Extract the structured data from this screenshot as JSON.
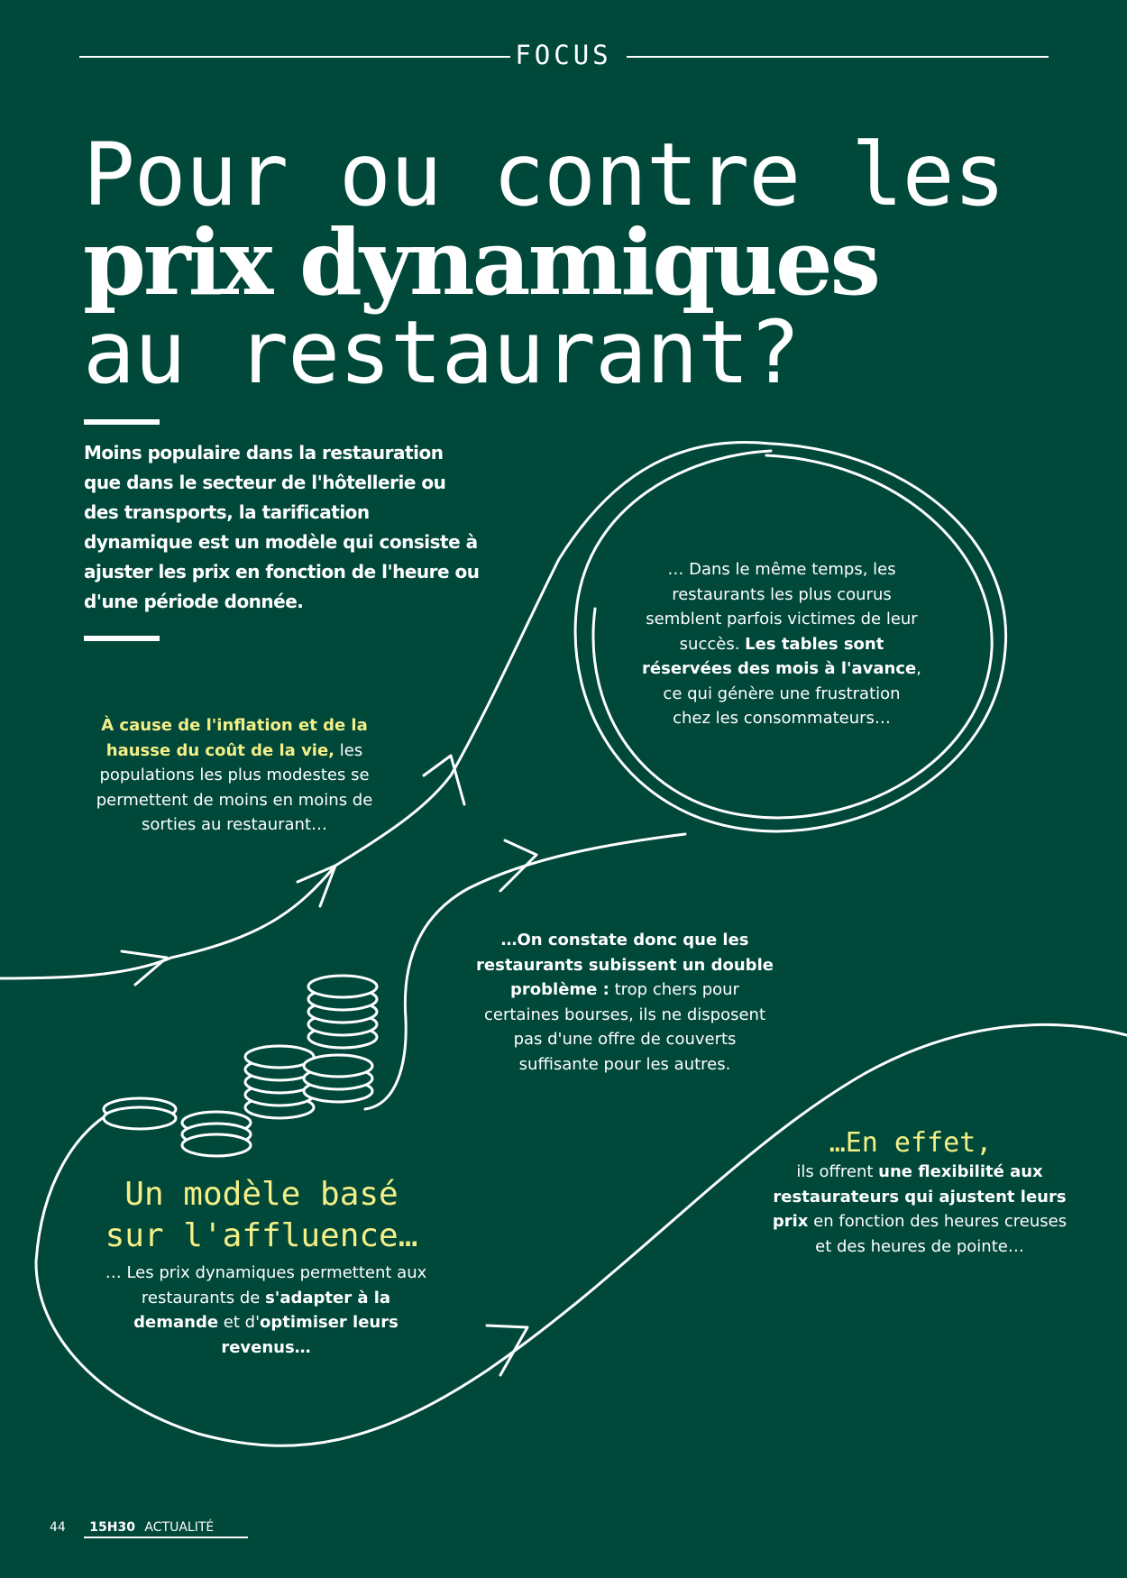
{
  "section_label": "FOCUS",
  "title": {
    "line1": "Pour ou contre les",
    "line2": "prix dynamiques",
    "line3": "au restaurant?"
  },
  "intro": "Moins populaire dans la restauration que dans le secteur de l'hôtellerie ou des transports, la tarification dynamique est un modèle qui consiste à ajuster les prix en fonction de l'heure ou d'une période donnée.",
  "inflation": {
    "highlight": "À cause de l'inflation et de la hausse du coût de la vie,",
    "rest": "les populations les plus modestes se permettent de moins en moins de sorties au restaurant…"
  },
  "bubble": {
    "pre": "… Dans le même temps, les restaurants les plus courus semblent parfois victimes de leur succès.",
    "bold": "Les tables sont réservées des mois à l'avance",
    "post": ", ce qui génère une frustration chez les consommateurs…"
  },
  "problem": {
    "bold": "…On constate donc que les restaurants subissent un double problème :",
    "rest": "trop chers pour certaines bourses, ils ne disposent pas d'une offre de couverts suffisante pour les autres."
  },
  "model": {
    "heading_line1": "Un modèle basé",
    "heading_line2": "sur l'affluence…",
    "pre": "… Les prix dynamiques permettent aux restaurants de",
    "bold1": "s'adapter à la demande",
    "mid": "et d'",
    "bold2": "optimiser leurs revenus…"
  },
  "effect": {
    "heading": "…En effet,",
    "pre": "ils offrent",
    "bold": "une flexibilité aux restaurateurs qui ajustent leurs prix",
    "post": "en fonction des heures creuses et des heures de pointe…"
  },
  "footer": {
    "page_number": "44",
    "brand": "15H30",
    "section": "ACTUALITÉ"
  },
  "colors": {
    "background": "#00483A",
    "text": "#FFFFFF",
    "accent": "#F4EF86"
  }
}
